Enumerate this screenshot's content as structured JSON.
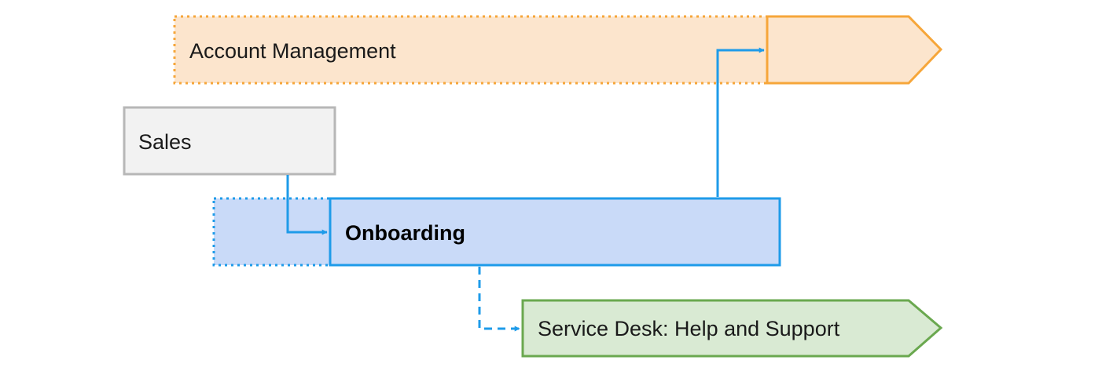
{
  "diagram": {
    "nodes": {
      "account_management": {
        "label": "Account Management",
        "style": "dotted",
        "fill": "#fce5cd",
        "stroke": "#f6a63a"
      },
      "account_management_tip": {
        "label": "",
        "shape": "pentagon",
        "fill": "#fce5cd",
        "stroke": "#f6a63a"
      },
      "sales": {
        "label": "Sales",
        "fill": "#f2f2f2",
        "stroke": "#b7b7b7"
      },
      "onboarding_pre": {
        "label": "",
        "style": "dotted",
        "fill": "#c9daf8",
        "stroke": "#1e9be9"
      },
      "onboarding": {
        "label": "Onboarding",
        "emphasis": "bold",
        "fill": "#c9daf8",
        "stroke": "#1e9be9"
      },
      "service_desk": {
        "label": "Service Desk: Help and Support",
        "shape": "pentagon",
        "fill": "#d9ead3",
        "stroke": "#6aa84f"
      }
    },
    "edges": [
      {
        "from": "sales",
        "to": "onboarding",
        "style": "solid",
        "color": "#1e9be9"
      },
      {
        "from": "onboarding",
        "to": "account_management_tip",
        "style": "solid",
        "color": "#1e9be9"
      },
      {
        "from": "onboarding",
        "to": "service_desk",
        "style": "dashed",
        "color": "#1e9be9"
      }
    ]
  }
}
